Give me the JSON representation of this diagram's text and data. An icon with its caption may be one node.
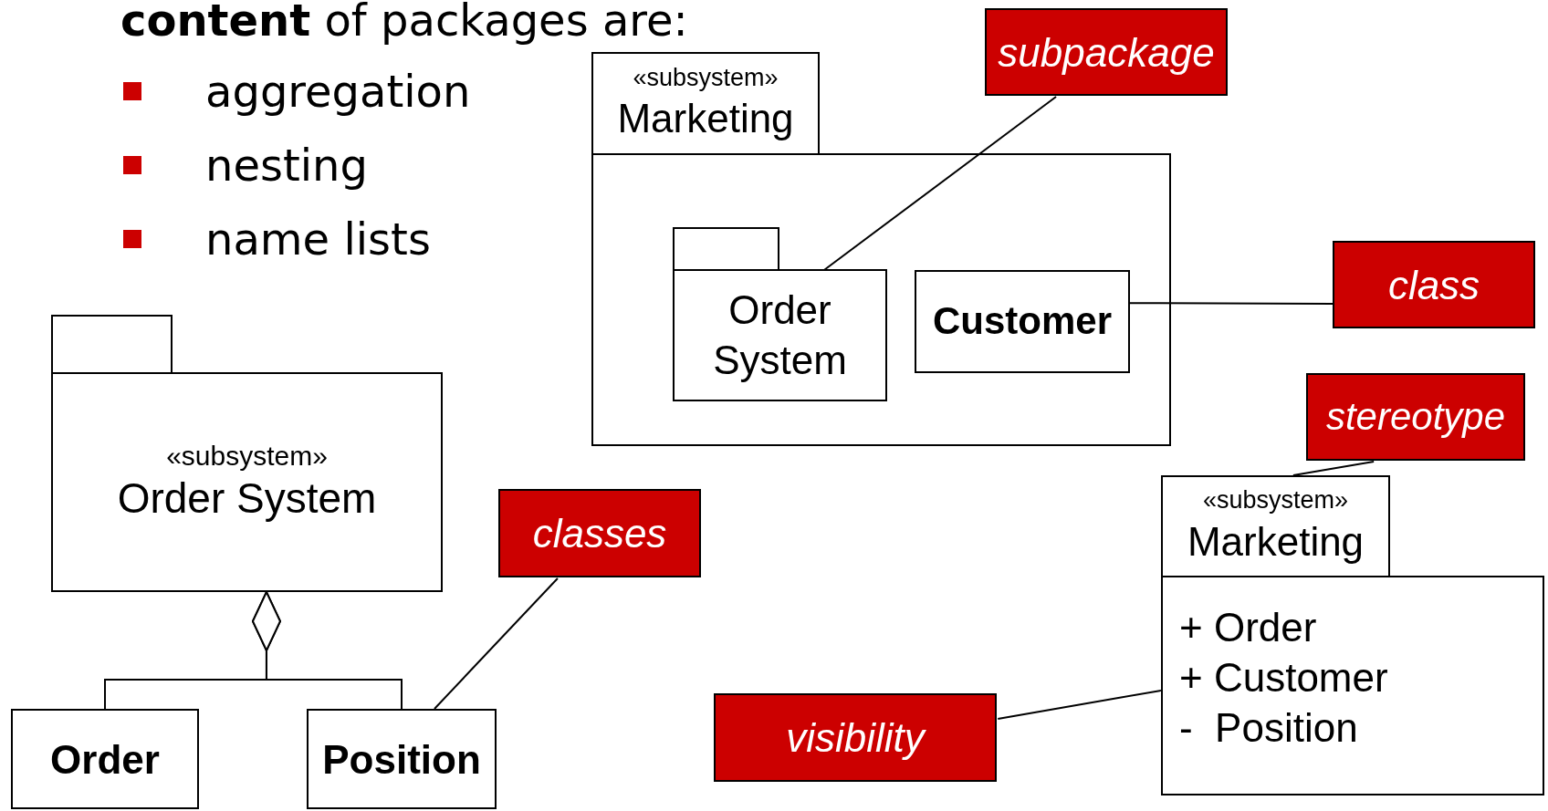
{
  "diagram": {
    "title": "**content** of packages are:",
    "nodes": [
      {
        "text": [
          "«subsystem»",
          "Marketing"
        ]
      },
      {
        "text": [
          "Order System"
        ],
        "in": 0
      },
      {
        "text": [
          "Customer"
        ],
        "in": 0
      },
      {
        "text": [
          "subpackage"
        ]
      },
      {
        "text": [
          "class"
        ]
      },
      {
        "text": [
          "stereotype"
        ]
      },
      {
        "text": [
          "«subsystem»",
          "Marketing",
          "+ Order",
          "+ Customer",
          "-  Position"
        ]
      },
      {
        "text": [
          "visibility"
        ]
      },
      {
        "text": [
          "«subsystem»",
          "Order System"
        ]
      },
      {
        "text": [
          "Order"
        ]
      },
      {
        "text": [
          "Position"
        ]
      },
      {
        "text": [
          "classes"
        ]
      }
    ],
    "edges": [
      {
        "from": 3,
        "to": 1,
        "arrow": "none"
      },
      {
        "from": 4,
        "to": 2,
        "arrow": "none"
      },
      {
        "from": 5,
        "to": 6,
        "arrow": "none"
      },
      {
        "from": 7,
        "to": 6,
        "arrow": "none"
      },
      {
        "from": 11,
        "to": 10,
        "arrow": "none"
      },
      {
        "from": 9,
        "to": 8,
        "arrow": "other"
      },
      {
        "from": 10,
        "to": 8,
        "arrow": "other"
      }
    ],
    "labels": [
      "aggregation",
      "nesting",
      "name lists"
    ]
  }
}
